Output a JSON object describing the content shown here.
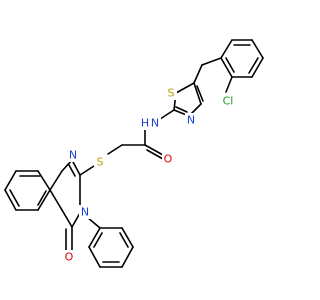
{
  "molecule": {
    "atoms": [
      {
        "label": "Cl",
        "color": "#1a9b1a"
      },
      {
        "label": "S",
        "color": "#b8a000"
      },
      {
        "label": "N",
        "color": "#1f3fd6"
      },
      {
        "label": "N",
        "color": "#1f3fd6"
      },
      {
        "label": "H",
        "color": "#1f3fd6"
      },
      {
        "label": "O",
        "color": "#e00000"
      },
      {
        "label": "S",
        "color": "#b8a000"
      },
      {
        "label": "N",
        "color": "#1f3fd6"
      },
      {
        "label": "N",
        "color": "#1f3fd6"
      },
      {
        "label": "O",
        "color": "#e00000"
      }
    ]
  }
}
